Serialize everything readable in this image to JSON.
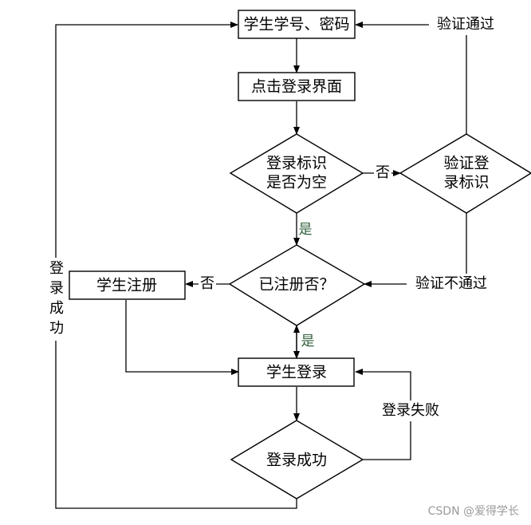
{
  "nodes": {
    "student_id_password": "学生学号、密码",
    "click_login_page": "点击登录界面",
    "login_flag_empty_line1": "登录标识",
    "login_flag_empty_line2": "是否为空",
    "verify_login_flag_line1": "验证登",
    "verify_login_flag_line2": "录标识",
    "student_register": "学生注册",
    "registered_q": "已注册否？",
    "student_login": "学生登录",
    "login_success_decision": "登录成功"
  },
  "edge_labels": {
    "verify_pass": "验证通过",
    "no_right": "否",
    "yes_down_1": "是",
    "no_left": "否",
    "verify_fail": "验证不通过",
    "yes_down_2": "是",
    "login_failed": "登录失败",
    "login_success_side": [
      "登",
      "录",
      "成",
      "功"
    ]
  },
  "watermark": "CSDN @爱得学长"
}
